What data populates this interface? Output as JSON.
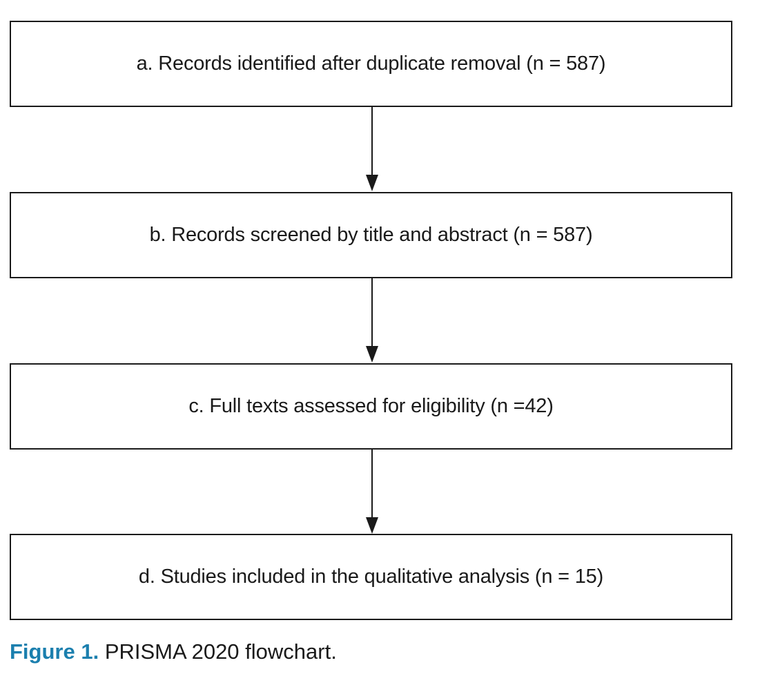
{
  "flowchart": {
    "steps": [
      {
        "label": "a. Records identified after duplicate removal (n = 587)"
      },
      {
        "label": "b. Records screened by title and abstract (n = 587)"
      },
      {
        "label": "c. Full texts assessed for eligibility (n =42)"
      },
      {
        "label": "d. Studies included in the qualitative analysis (n = 15)"
      }
    ]
  },
  "caption": {
    "label": "Figure 1.",
    "text": "PRISMA 2020 flowchart."
  },
  "colors": {
    "caption_label": "#1b7fae",
    "line": "#1a1a1a"
  }
}
